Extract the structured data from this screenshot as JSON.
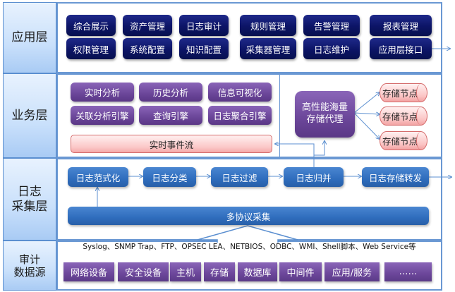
{
  "layers": {
    "app": "应用层",
    "business": "业务层",
    "collect": "日志\n采集层",
    "source": "审计\n数据源"
  },
  "app_layer": {
    "row1": [
      "综合展示",
      "资产管理",
      "日志审计",
      "规则管理",
      "告警管理",
      "报表管理"
    ],
    "row2": [
      "权限管理",
      "系统配置",
      "知识配置",
      "采集器管理",
      "日志维护",
      "应用层接口"
    ]
  },
  "business_layer": {
    "row1": [
      "实时分析",
      "历史分析",
      "信息可视化"
    ],
    "row2": [
      "关联分析引擎",
      "查询引擎",
      "日志聚合引擎"
    ],
    "event_stream": "实时事件流",
    "storage_proxy": "高性能海量\n存储代理",
    "storage_nodes": [
      "存储节点",
      "存储节点",
      "存储节点"
    ]
  },
  "collect_layer": {
    "pipeline": [
      "日志范式化",
      "日志分类",
      "日志过滤",
      "日志归并",
      "日志存储转发"
    ],
    "multi_protocol": "多协议采集"
  },
  "source_layer": {
    "protocols": "Syslog、SNMP Trap、FTP、OPSEC LEA、NETBIOS、ODBC、WMI、Shell脚本、Web Service等",
    "sources": [
      "网络设备",
      "安全设备",
      "主机",
      "存储",
      "数据库",
      "中间件",
      "应用/服务",
      "……"
    ]
  },
  "colors": {
    "navy": "#0c1466",
    "purple": "#6b4699",
    "blue": "#2f6dbd",
    "pink": "#fbc7c7",
    "border": "#6a98d3"
  }
}
